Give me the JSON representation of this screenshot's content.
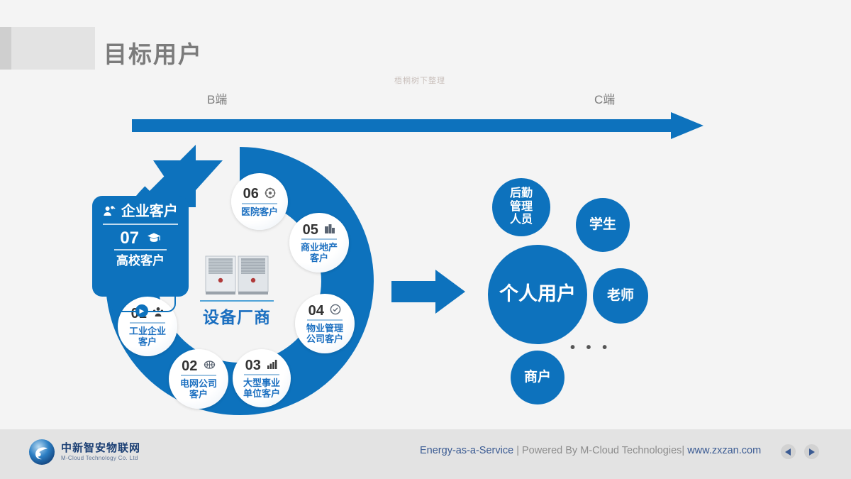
{
  "slide": {
    "title": "目标用户",
    "watermark": "梧桐树下整理"
  },
  "axis": {
    "left_label": "B端",
    "right_label": "C端",
    "arrow_icon": "right-arrow-icon"
  },
  "flow": {
    "transition_arrow_icon": "right-arrow-icon"
  },
  "business_side": {
    "enterprise_box": {
      "heading": "企业客户",
      "heading_icon": "users-icon",
      "number": "07",
      "number_icon": "graduation-cap-icon",
      "label": "高校客户",
      "tail_icon": "play-icon"
    },
    "center": {
      "label": "设备厂商",
      "image_name": "hvac-equipment-photo"
    },
    "bubbles": [
      {
        "number": "01",
        "icon": "people-group-icon",
        "line1": "工业企业",
        "line2": "客户"
      },
      {
        "number": "02",
        "icon": "globe-grid-icon",
        "line1": "电网公司",
        "line2": "客户"
      },
      {
        "number": "03",
        "icon": "bar-chart-icon",
        "line1": "大型事业",
        "line2": "单位客户"
      },
      {
        "number": "04",
        "icon": "clock-check-icon",
        "line1": "物业管理",
        "line2": "公司客户"
      },
      {
        "number": "05",
        "icon": "buildings-icon",
        "line1": "商业地产",
        "line2": "客户"
      },
      {
        "number": "06",
        "icon": "medical-cross-icon",
        "line1": "医院客户",
        "line2": ""
      }
    ]
  },
  "consumer_side": {
    "main": "个人用户",
    "circles": [
      {
        "label": "后勤\n管理\n人员"
      },
      {
        "label": "学生"
      },
      {
        "label": "老师"
      },
      {
        "label": "商户"
      }
    ],
    "ellipsis": "• • •"
  },
  "footer": {
    "logo_cn": "中新智安物联网",
    "logo_en": "M-Cloud Technology Co. Ltd",
    "tagline_blue_1": "Energy-as-a-Service",
    "tagline_gray": " | Powered By M-Cloud Technologies| ",
    "tagline_blue_2": "www.zxzan.com",
    "prev_icon": "triangle-left-icon",
    "next_icon": "triangle-right-icon"
  },
  "colors": {
    "brand_blue": "#0d72bd",
    "accent_blue": "#1b6fc0",
    "background": "#f4f4f4",
    "footer_bg": "#e3e3e3",
    "title_gray": "#7b7b7b"
  }
}
